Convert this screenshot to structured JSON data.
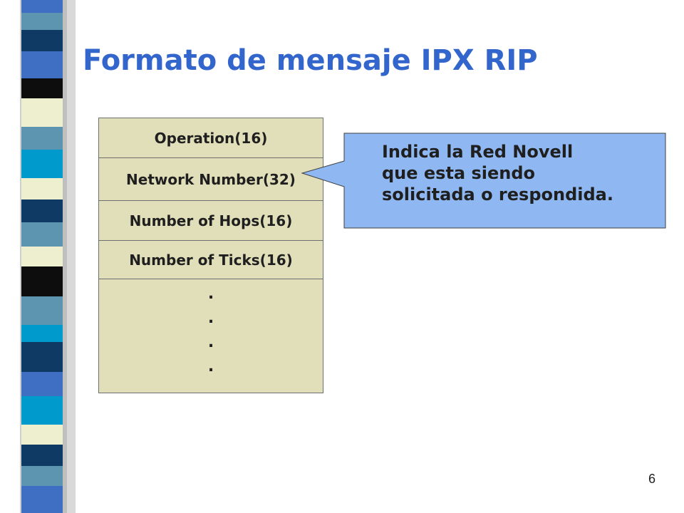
{
  "slide": {
    "title": "Formato de mensaje IPX RIP",
    "page_number": "6"
  },
  "packet": {
    "fields": [
      "Operation(16)",
      "Network Number(32)",
      "Number of Hops(16)",
      "Number of Ticks(16)"
    ],
    "continuation": [
      ".",
      ".",
      ".",
      "."
    ]
  },
  "callout": {
    "lines": [
      "Indica la Red Novell",
      "que esta siendo",
      "solicitada o respondida."
    ]
  },
  "colors": {
    "title": "#3366cc",
    "packet_fill": "#e1dfb9",
    "callout_fill": "#8fb8f2",
    "stripe_palette": [
      "#0e3a63",
      "#3f6fc2",
      "#5d95b0",
      "#eeefcf",
      "#0d0d0d",
      "#009acc"
    ]
  }
}
